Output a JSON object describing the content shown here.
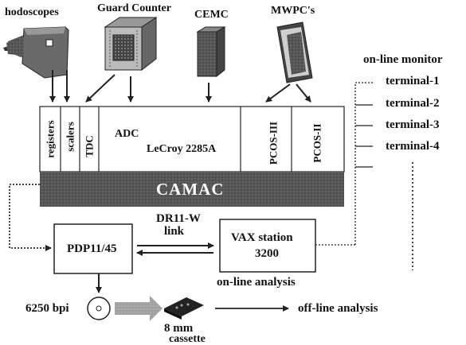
{
  "detectors": {
    "hodoscopes": "hodoscopes",
    "guard_counter": "Guard Counter",
    "cemc": "CEMC",
    "mwpc": "MWPC's"
  },
  "crate": {
    "registers": "registers",
    "scalers": "scalers",
    "tdc": "TDC",
    "adc": "ADC",
    "adc_model": "LeCroy 2285A",
    "pcos3": "PCOS-III",
    "pcos2": "PCOS-II",
    "camac": "CAMAC"
  },
  "computers": {
    "pdp": "PDP11/45",
    "link_line1": "DR11-W",
    "link_line2": "link",
    "vax_line1": "VAX station",
    "vax_line2": "3200",
    "online_analysis": "on-line analysis"
  },
  "monitor": {
    "title": "on-line monitor",
    "terminals": [
      "terminal-1",
      "terminal-2",
      "terminal-3",
      "terminal-4"
    ]
  },
  "storage": {
    "tape_density": "6250 bpi",
    "cassette_line1": "8 mm",
    "cassette_line2": "cassette",
    "offline_analysis": "off-line analysis"
  }
}
